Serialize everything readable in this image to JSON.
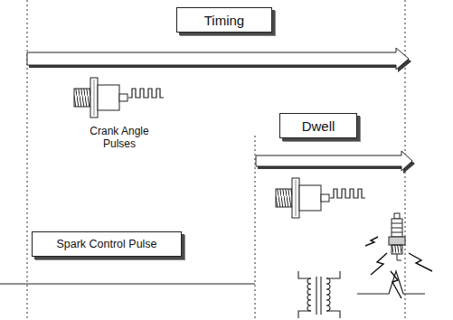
{
  "diagram": {
    "nodes": [
      {
        "text": [
          "Timing"
        ]
      },
      {
        "text": [
          "Dwell"
        ]
      },
      {
        "text": [
          "Spark Control Pulse"
        ]
      }
    ],
    "labels": [
      "Crank Angle Pulses"
    ]
  }
}
